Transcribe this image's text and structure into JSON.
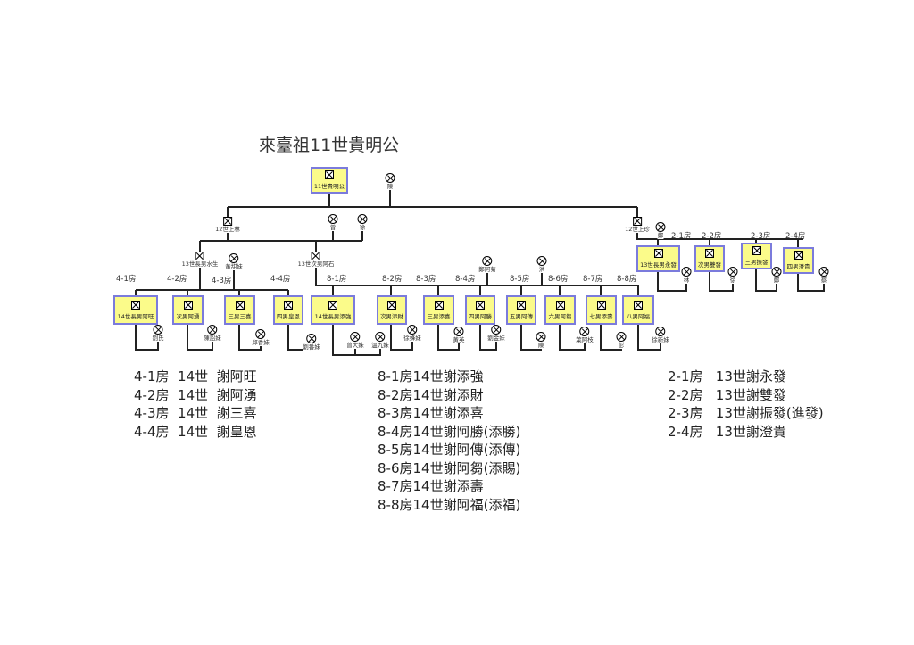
{
  "title": "來臺祖11世貴明公",
  "root": {
    "label": "11世貴明公",
    "spouse": "陳"
  },
  "gen12": {
    "shanglin": "12世上林",
    "shanglin_spouses": [
      "曾",
      "徐"
    ],
    "shangzhen": "12世上珍",
    "shangzhen_spouse": "鄭"
  },
  "gen13": {
    "shuisheng": "13世長男水生",
    "shuisheng_spouse": "黃甜妹",
    "ashi": "13世次男阿石",
    "ashi_spouses": [
      "鄭阿菊",
      "洪"
    ]
  },
  "branches": [
    "4-1房",
    "4-2房",
    "4-3房",
    "4-4房",
    "8-1房",
    "8-2房",
    "8-3房",
    "8-4房",
    "8-5房",
    "8-6房",
    "8-7房",
    "8-8房",
    "2-1房",
    "2-2房",
    "2-3房",
    "2-4房"
  ],
  "persons": [
    "14世長男阿旺",
    "次男阿湧",
    "三男三喜",
    "四男皇恩",
    "14世長男添強",
    "次男添財",
    "三男添喜",
    "四男阿勝",
    "五男阿傳",
    "六男阿芻",
    "七男添壽",
    "八男阿福",
    "13世長男永發",
    "次男雙發",
    "三男振發",
    "四男澄貴"
  ],
  "spouses": [
    "劉氏",
    "陳詔妹",
    "邱香妹",
    "劉番妹",
    "曾大妹",
    "溫九妹",
    "徐蜂妹",
    "黃英",
    "劉金妹",
    "陳",
    "葉阿枝",
    "彭",
    "徐新妹",
    "林",
    "徐",
    "鄭",
    "蔡"
  ],
  "legend": {
    "left": [
      "4-1房  14世  謝阿旺",
      "4-2房  14世  謝阿湧",
      "4-3房  14世  謝三喜",
      "4-4房  14世  謝皇恩"
    ],
    "middle": [
      "8-1房14世謝添強",
      "8-2房14世謝添財",
      "8-3房14世謝添喜",
      "8-4房14世謝阿勝(添勝)",
      "8-5房14世謝阿傳(添傳)",
      "8-6房14世謝阿芻(添賜)",
      "8-7房14世謝添壽",
      "8-8房14世謝阿福(添福)"
    ],
    "right": [
      "2-1房   13世謝永發",
      "2-2房   13世謝雙發",
      "2-3房   13世謝振發(進發)",
      "2-4房   13世謝澄貴"
    ]
  }
}
